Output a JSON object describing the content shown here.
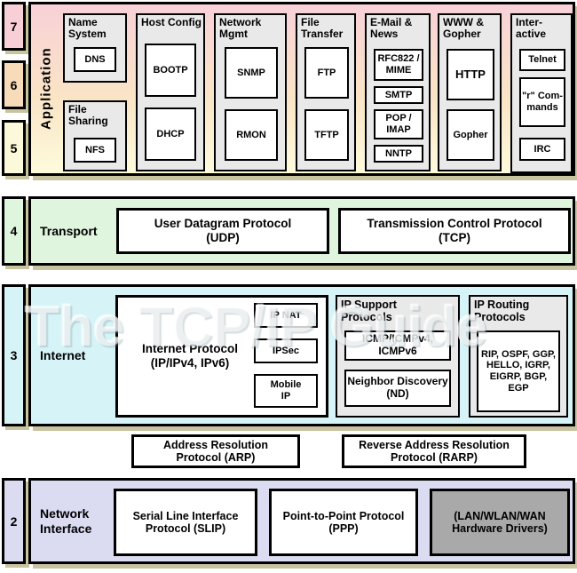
{
  "watermark": "The TCP/IP Guide",
  "colors": {
    "application_gradient_top": "#f8d1d8",
    "application_gradient_mid": "#fae4c6",
    "application_gradient_bottom": "#fdfbdc",
    "layer7_box": "#f8cfd7",
    "layer6_box": "#f8dcba",
    "layer5_box": "#fbf9d9",
    "transport_bg": "#dff5de",
    "internet_bg": "#d6f4f7",
    "network_interface_bg": "#dbdbf2",
    "group_bg": "#e9e9e9",
    "hardware_drivers_bg": "#a9a9a9",
    "box_shadow": "#c9c4a0",
    "border": "#000000"
  },
  "layer_numbers": {
    "l7": "7",
    "l6": "6",
    "l5": "5",
    "l4": "4",
    "l3": "3",
    "l2": "2"
  },
  "application": {
    "label": "Application",
    "name_system": {
      "title": "Name System",
      "dns": "DNS"
    },
    "file_sharing": {
      "title": "File Sharing",
      "nfs": "NFS"
    },
    "host_config": {
      "title": "Host Config",
      "bootp": "BOOTP",
      "dhcp": "DHCP"
    },
    "network_mgmt": {
      "title": "Network Mgmt",
      "snmp": "SNMP",
      "rmon": "RMON"
    },
    "file_transfer": {
      "title": "File Transfer",
      "ftp": "FTP",
      "tftp": "TFTP"
    },
    "email_news": {
      "title": "E-Mail & News",
      "rfc822": "RFC822 / MIME",
      "smtp": "SMTP",
      "pop_imap": "POP / IMAP",
      "nntp": "NNTP"
    },
    "www_gopher": {
      "title": "WWW & Gopher",
      "http": "HTTP",
      "gopher": "Gopher"
    },
    "interactive": {
      "title": "Inter-active",
      "telnet": "Telnet",
      "r_commands": "\"r\" Com-mands",
      "irc": "IRC"
    }
  },
  "transport": {
    "label": "Transport",
    "udp": "User Datagram Protocol (UDP)",
    "tcp": "Transmission Control Protocol (TCP)"
  },
  "internet": {
    "label": "Internet",
    "ip": "Internet Protocol (IP/IPv4, IPv6)",
    "ip_nat": "IP NAT",
    "ipsec": "IPSec",
    "mobile_ip": "Mobile IP",
    "support": {
      "title": "IP Support Protocols",
      "icmp": "ICMP/ICMPv4, ICMPv6",
      "nd": "Neighbor Discovery (ND)"
    },
    "routing": {
      "title": "IP Routing Protocols",
      "list": "RIP, OSPF, GGP, HELLO, IGRP, EIGRP, BGP, EGP"
    }
  },
  "arp_row": {
    "arp": "Address Resolution Protocol (ARP)",
    "rarp": "Reverse Address Resolution Protocol (RARP)"
  },
  "network_interface": {
    "label": "Network Interface",
    "slip": "Serial Line Interface Protocol (SLIP)",
    "ppp": "Point-to-Point Protocol (PPP)",
    "hardware": "(LAN/WLAN/WAN Hardware Drivers)"
  }
}
